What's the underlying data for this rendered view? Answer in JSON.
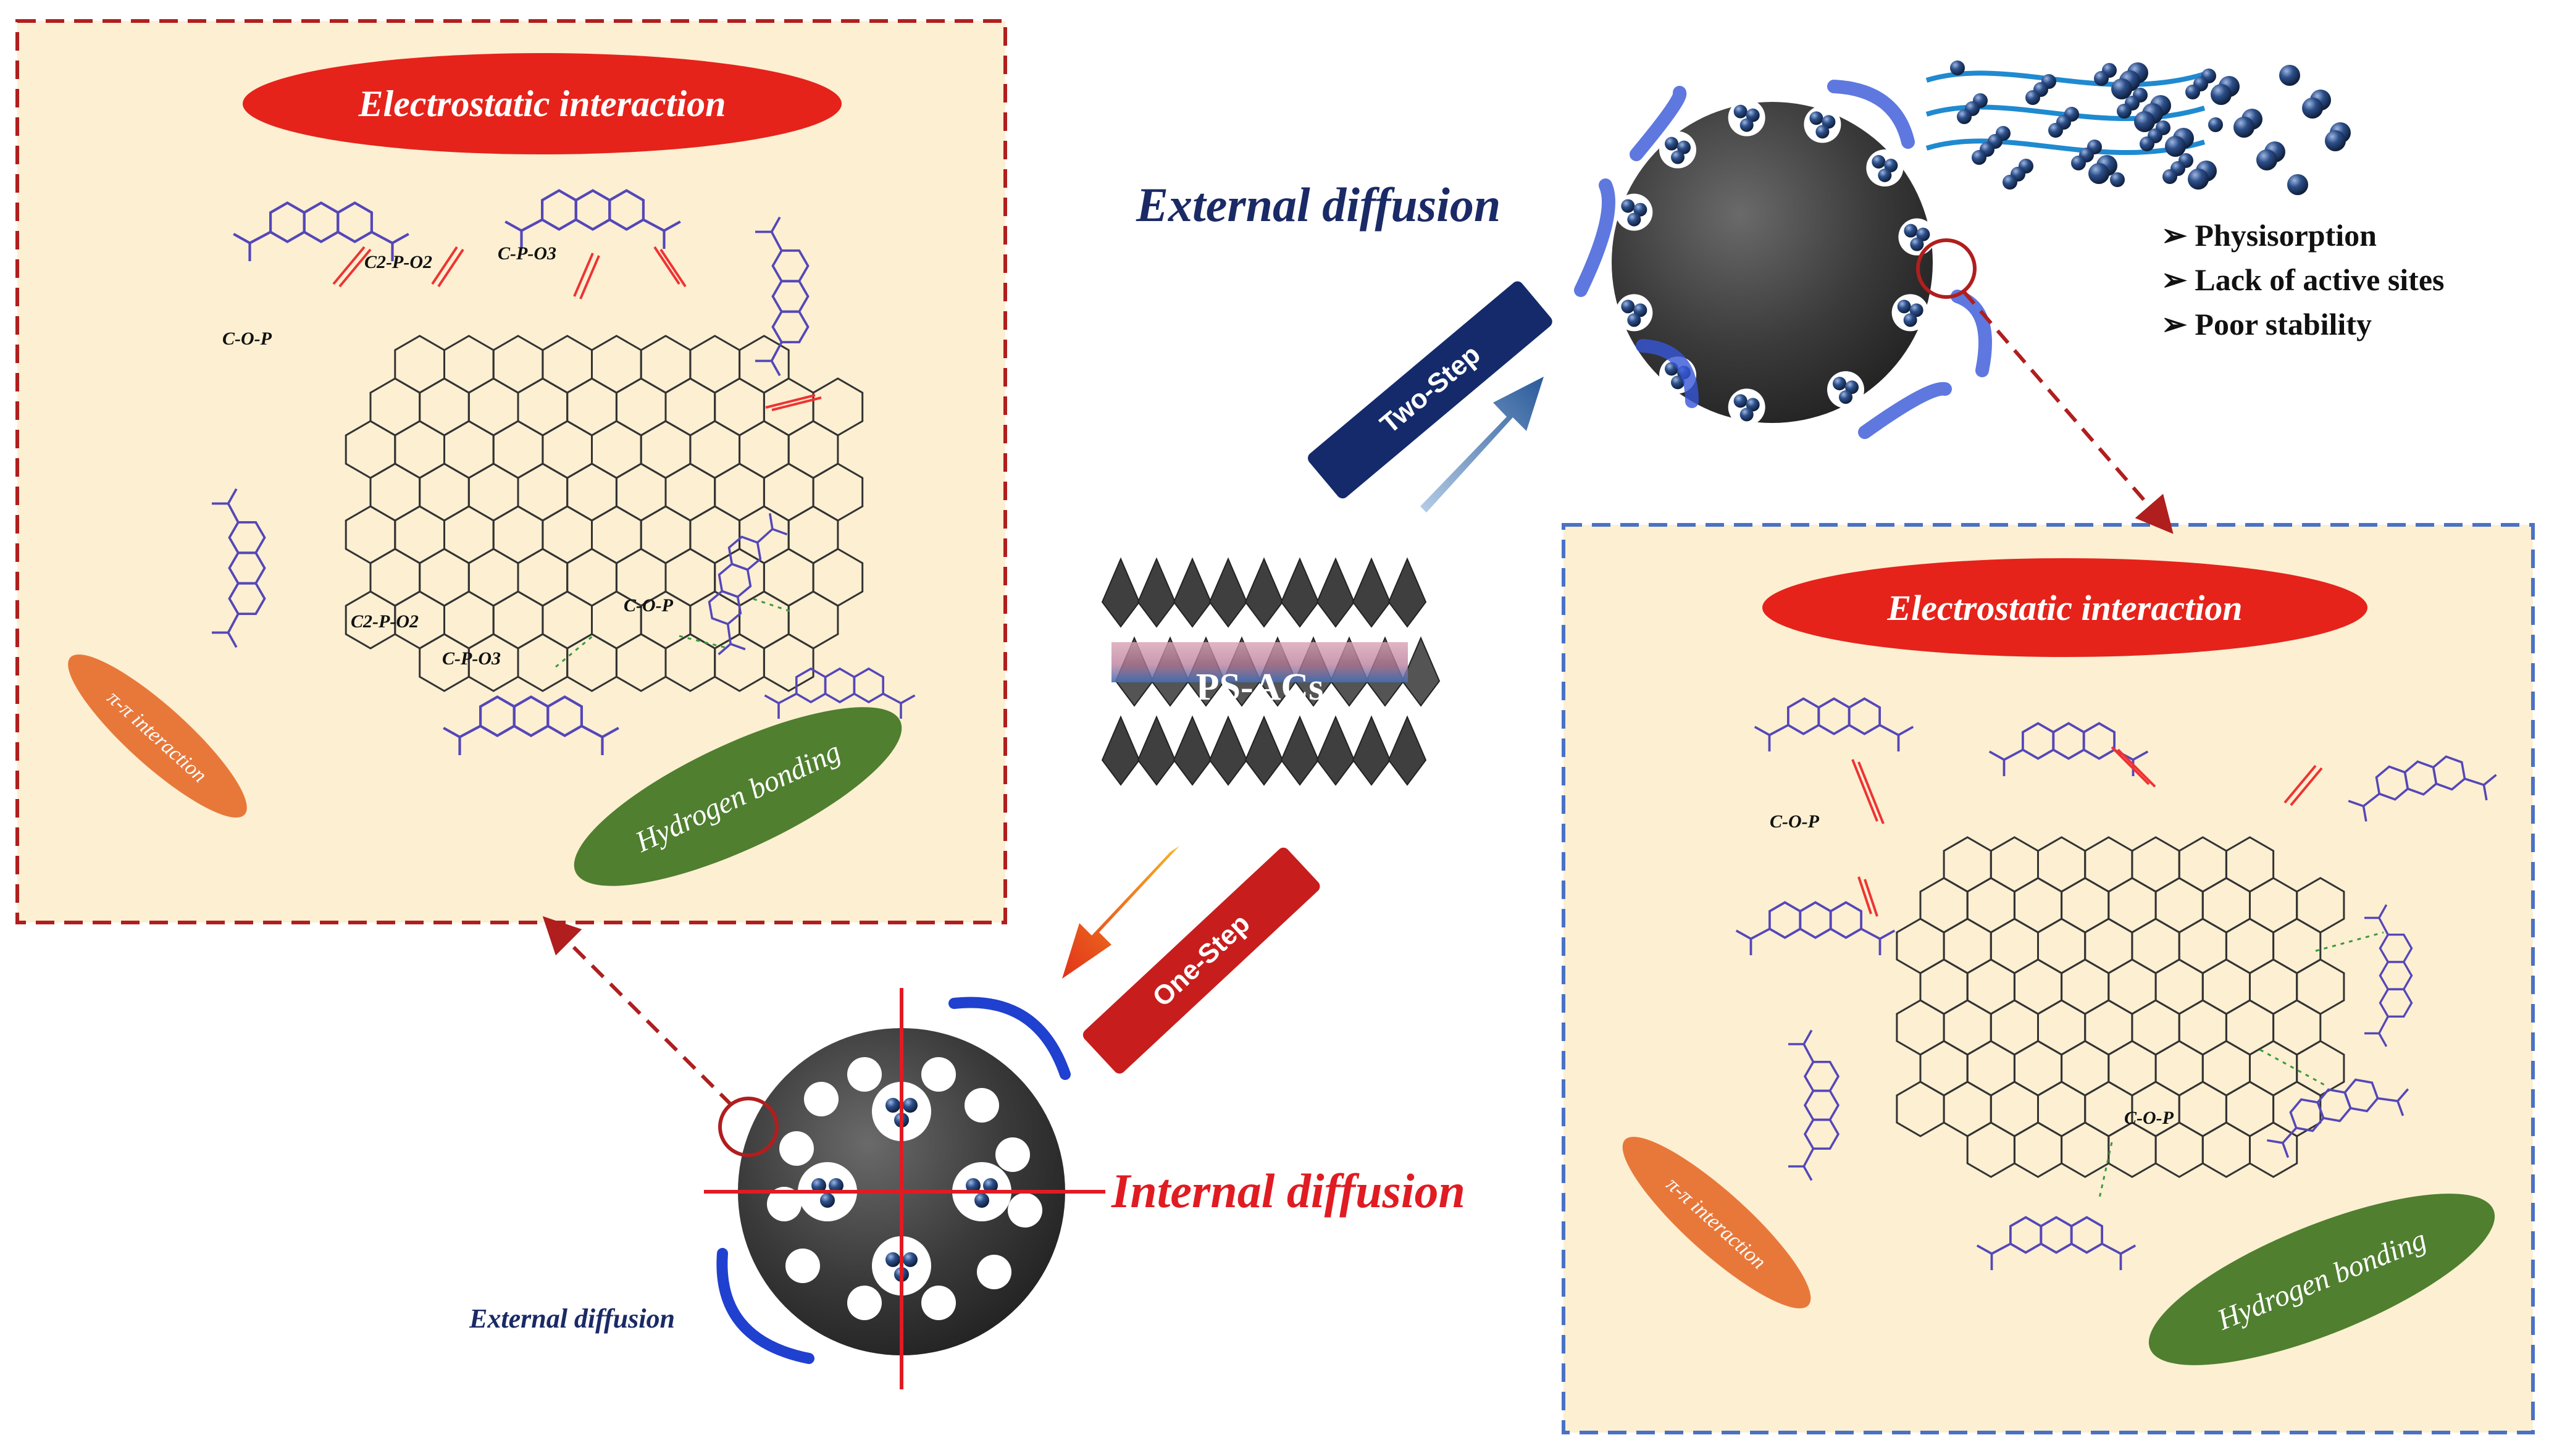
{
  "colors": {
    "panel_bg": "#fcefd2",
    "panel_left_border": "#b01e1e",
    "panel_right_border": "#4a72c4",
    "red_ellipse": "#e5231b",
    "orange_ellipse": "#e8783a",
    "green_ellipse": "#4f7f2f",
    "dye_blue": "#5447b8",
    "navy_text": "#1a2a66",
    "red_text": "#e11b22",
    "carbon_dark": "#3a3a3a",
    "sphere_blue": "#22406f"
  },
  "left_panel": {
    "electrostatic": "Electrostatic interaction",
    "pi_pi": "π-π interaction",
    "hydrogen": "Hydrogen bonding",
    "labels": {
      "c_o_p": "C-O-P",
      "c2_p_o2_top": "C2-P-O2",
      "c_p_o3_top": "C-P-O3",
      "c2_p_o2_bottom": "C2-P-O2",
      "c_p_o3_bottom": "C-P-O3",
      "c_o_p_bottom": "C-O-P"
    }
  },
  "right_panel": {
    "electrostatic": "Electrostatic interaction",
    "pi_pi": "π-π interaction",
    "hydrogen": "Hydrogen bonding",
    "labels": {
      "c_o_p_top": "C-O-P",
      "c_o_p_bottom": "C-O-P"
    }
  },
  "center": {
    "material": "PS-ACs",
    "two_step": "Two-Step",
    "one_step": "One-Step"
  },
  "top_right": {
    "external_diffusion": "External diffusion",
    "bullets": [
      "Physisorption",
      "Lack of active sites",
      "Poor stability"
    ]
  },
  "bottom": {
    "internal_diffusion": "Internal diffusion",
    "external_diffusion_small": "External diffusion"
  }
}
